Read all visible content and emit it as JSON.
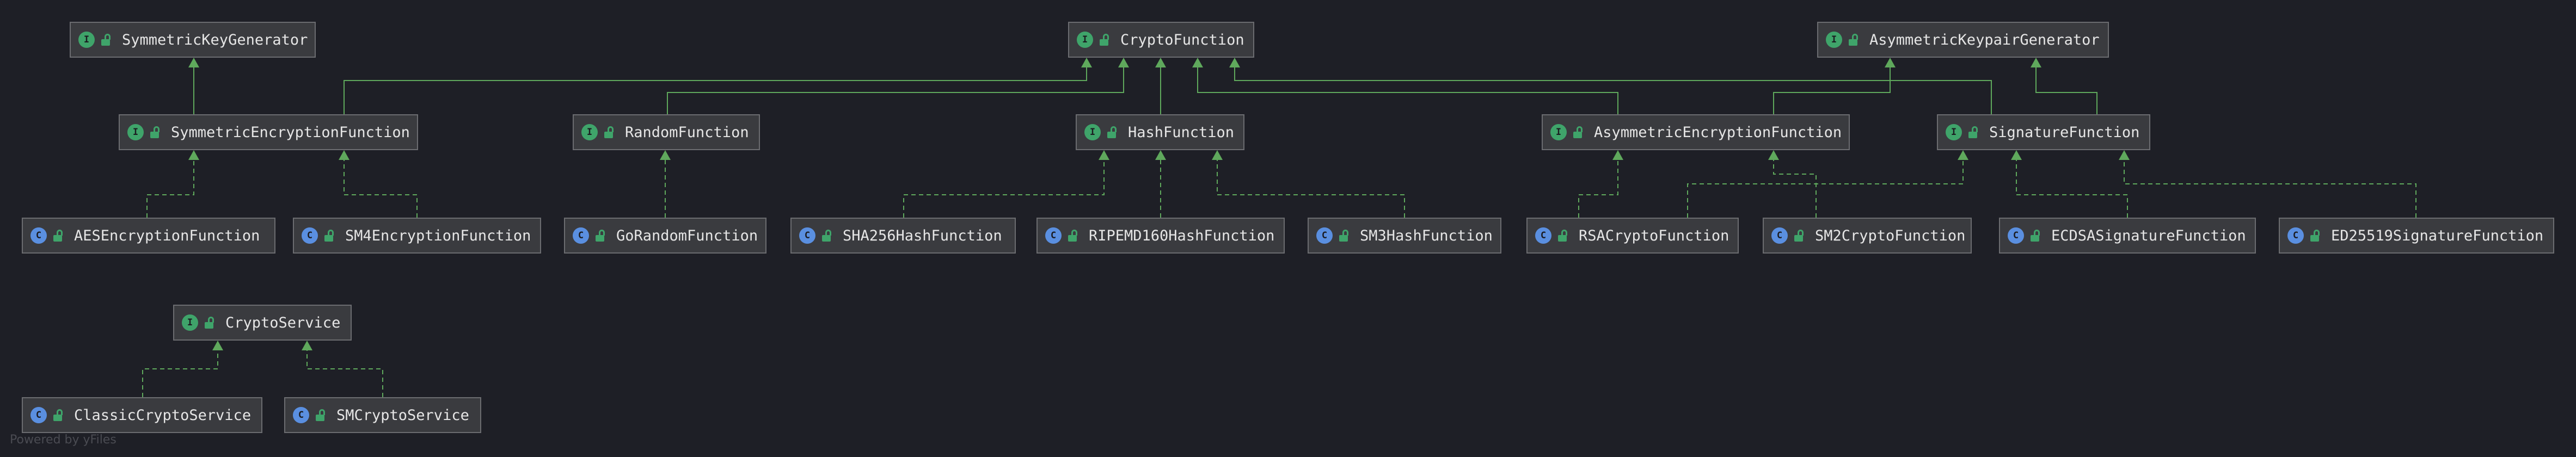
{
  "colors": {
    "background": "#1e1f26",
    "node_fill": "#3a3b3f",
    "node_border": "#6b6c70",
    "interface_badge": "#3fa46a",
    "class_badge": "#5a8fe0",
    "edge": "#5fa85c"
  },
  "nodes": [
    {
      "id": "SymmetricKeyGenerator",
      "kind": "interface",
      "label": "SymmetricKeyGenerator"
    },
    {
      "id": "CryptoFunction",
      "kind": "interface",
      "label": "CryptoFunction"
    },
    {
      "id": "AsymmetricKeypairGenerator",
      "kind": "interface",
      "label": "AsymmetricKeypairGenerator"
    },
    {
      "id": "SymmetricEncryptionFunction",
      "kind": "interface",
      "label": "SymmetricEncryptionFunction"
    },
    {
      "id": "RandomFunction",
      "kind": "interface",
      "label": "RandomFunction"
    },
    {
      "id": "HashFunction",
      "kind": "interface",
      "label": "HashFunction"
    },
    {
      "id": "AsymmetricEncryptionFunction",
      "kind": "interface",
      "label": "AsymmetricEncryptionFunction"
    },
    {
      "id": "SignatureFunction",
      "kind": "interface",
      "label": "SignatureFunction"
    },
    {
      "id": "AESEncryptionFunction",
      "kind": "class",
      "label": "AESEncryptionFunction"
    },
    {
      "id": "SM4EncryptionFunction",
      "kind": "class",
      "label": "SM4EncryptionFunction"
    },
    {
      "id": "GoRandomFunction",
      "kind": "class",
      "label": "GoRandomFunction"
    },
    {
      "id": "SHA256HashFunction",
      "kind": "class",
      "label": "SHA256HashFunction"
    },
    {
      "id": "RIPEMD160HashFunction",
      "kind": "class",
      "label": "RIPEMD160HashFunction"
    },
    {
      "id": "SM3HashFunction",
      "kind": "class",
      "label": "SM3HashFunction"
    },
    {
      "id": "RSACryptoFunction",
      "kind": "class",
      "label": "RSACryptoFunction"
    },
    {
      "id": "SM2CryptoFunction",
      "kind": "class",
      "label": "SM2CryptoFunction"
    },
    {
      "id": "ECDSASignatureFunction",
      "kind": "class",
      "label": "ECDSASignatureFunction"
    },
    {
      "id": "ED25519SignatureFunction",
      "kind": "class",
      "label": "ED25519SignatureFunction"
    },
    {
      "id": "CryptoService",
      "kind": "interface",
      "label": "CryptoService"
    },
    {
      "id": "ClassicCryptoService",
      "kind": "class",
      "label": "ClassicCryptoService"
    },
    {
      "id": "SMCryptoService",
      "kind": "class",
      "label": "SMCryptoService"
    }
  ],
  "edges": [
    {
      "from": "SymmetricEncryptionFunction",
      "to": "SymmetricKeyGenerator",
      "type": "extends"
    },
    {
      "from": "SymmetricEncryptionFunction",
      "to": "CryptoFunction",
      "type": "extends"
    },
    {
      "from": "RandomFunction",
      "to": "CryptoFunction",
      "type": "extends"
    },
    {
      "from": "HashFunction",
      "to": "CryptoFunction",
      "type": "extends"
    },
    {
      "from": "AsymmetricEncryptionFunction",
      "to": "CryptoFunction",
      "type": "extends"
    },
    {
      "from": "SignatureFunction",
      "to": "CryptoFunction",
      "type": "extends"
    },
    {
      "from": "AsymmetricEncryptionFunction",
      "to": "AsymmetricKeypairGenerator",
      "type": "extends"
    },
    {
      "from": "SignatureFunction",
      "to": "AsymmetricKeypairGenerator",
      "type": "extends"
    },
    {
      "from": "AESEncryptionFunction",
      "to": "SymmetricEncryptionFunction",
      "type": "implements"
    },
    {
      "from": "SM4EncryptionFunction",
      "to": "SymmetricEncryptionFunction",
      "type": "implements"
    },
    {
      "from": "GoRandomFunction",
      "to": "RandomFunction",
      "type": "implements"
    },
    {
      "from": "SHA256HashFunction",
      "to": "HashFunction",
      "type": "implements"
    },
    {
      "from": "RIPEMD160HashFunction",
      "to": "HashFunction",
      "type": "implements"
    },
    {
      "from": "SM3HashFunction",
      "to": "HashFunction",
      "type": "implements"
    },
    {
      "from": "RSACryptoFunction",
      "to": "AsymmetricEncryptionFunction",
      "type": "implements"
    },
    {
      "from": "SM2CryptoFunction",
      "to": "AsymmetricEncryptionFunction",
      "type": "implements"
    },
    {
      "from": "SM2CryptoFunction",
      "to": "SignatureFunction",
      "type": "implements"
    },
    {
      "from": "ECDSASignatureFunction",
      "to": "SignatureFunction",
      "type": "implements"
    },
    {
      "from": "ED25519SignatureFunction",
      "to": "SignatureFunction",
      "type": "implements"
    },
    {
      "from": "ClassicCryptoService",
      "to": "CryptoService",
      "type": "implements"
    },
    {
      "from": "SMCryptoService",
      "to": "CryptoService",
      "type": "implements"
    }
  ],
  "footer": "Powered by yFiles"
}
